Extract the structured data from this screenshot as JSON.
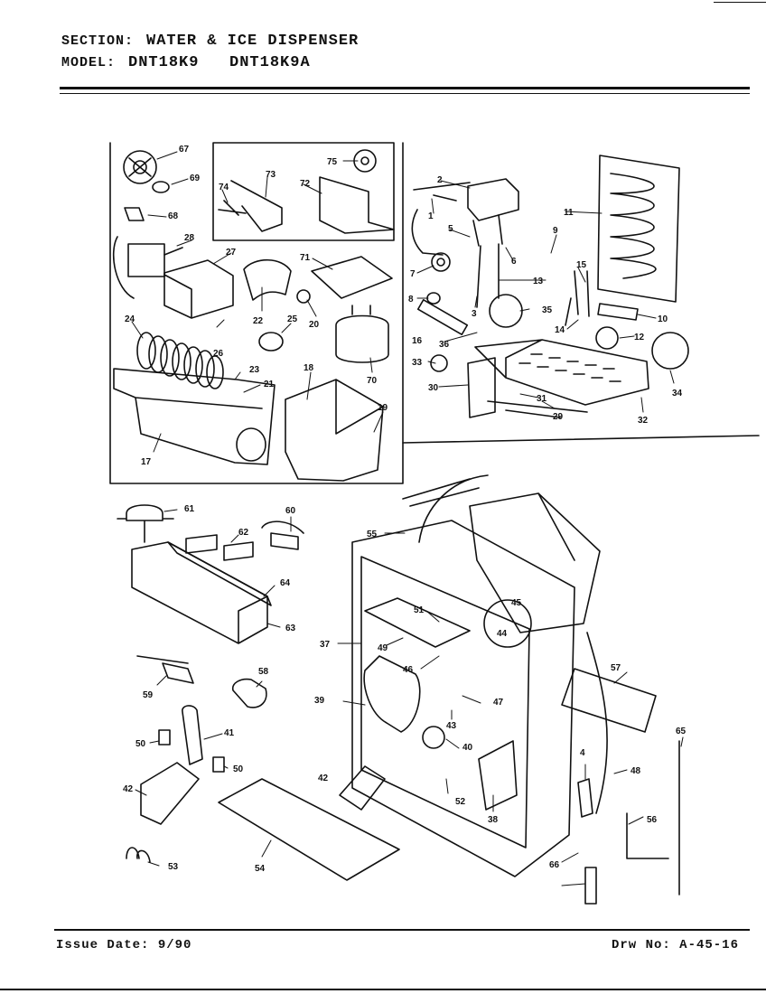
{
  "header": {
    "section_key": "SECTION:",
    "section_value": "WATER & ICE DISPENSER",
    "model_key": "MODEL:",
    "model_value": "DNT18K9   DNT18K9A"
  },
  "footer": {
    "issue_date": "Issue Date: 9/90",
    "drawing_number": "Drw No: A-45-16"
  },
  "callouts": [
    "67",
    "69",
    "68",
    "28",
    "27",
    "24",
    "26",
    "22",
    "25",
    "20",
    "23",
    "21",
    "17",
    "18",
    "19",
    "73",
    "74",
    "75",
    "72",
    "71",
    "70",
    "2",
    "1",
    "5",
    "6",
    "9",
    "11",
    "7",
    "8",
    "3",
    "13",
    "15",
    "16",
    "36",
    "35",
    "14",
    "10",
    "12",
    "33",
    "30",
    "31",
    "29",
    "32",
    "34",
    "61",
    "60",
    "62",
    "64",
    "63",
    "59",
    "58",
    "41",
    "50",
    "42",
    "53",
    "54",
    "55",
    "37",
    "51",
    "45",
    "44",
    "49",
    "46",
    "39",
    "47",
    "43",
    "40",
    "52",
    "38",
    "57",
    "4",
    "48",
    "65",
    "56",
    "66"
  ]
}
